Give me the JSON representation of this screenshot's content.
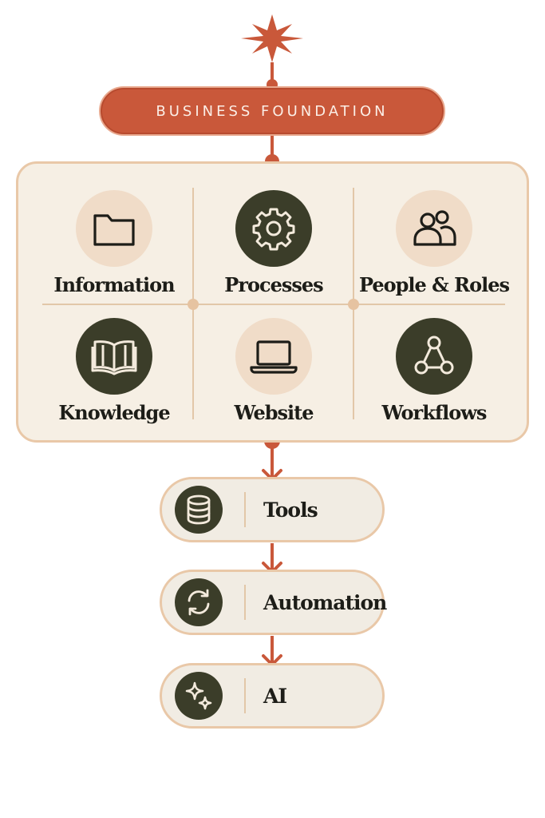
{
  "header": {
    "title": "BUSINESS FOUNDATION"
  },
  "foundation": {
    "items": [
      {
        "label": "Information",
        "icon": "folder-icon",
        "style": "light"
      },
      {
        "label": "Processes",
        "icon": "gear-icon",
        "style": "dark"
      },
      {
        "label": "People & Roles",
        "icon": "people-icon",
        "style": "light"
      },
      {
        "label": "Knowledge",
        "icon": "book-icon",
        "style": "dark"
      },
      {
        "label": "Website",
        "icon": "laptop-icon",
        "style": "light"
      },
      {
        "label": "Workflows",
        "icon": "workflow-icon",
        "style": "dark"
      }
    ]
  },
  "stack": [
    {
      "label": "Tools",
      "icon": "database-icon"
    },
    {
      "label": "Automation",
      "icon": "sync-icon"
    },
    {
      "label": "AI",
      "icon": "sparkle-icon"
    }
  ],
  "colors": {
    "accent": "#c9583a",
    "dark": "#3b3d29",
    "light": "#f0dcc8",
    "panel": "#f6efe4",
    "border": "#e9c8a8"
  }
}
